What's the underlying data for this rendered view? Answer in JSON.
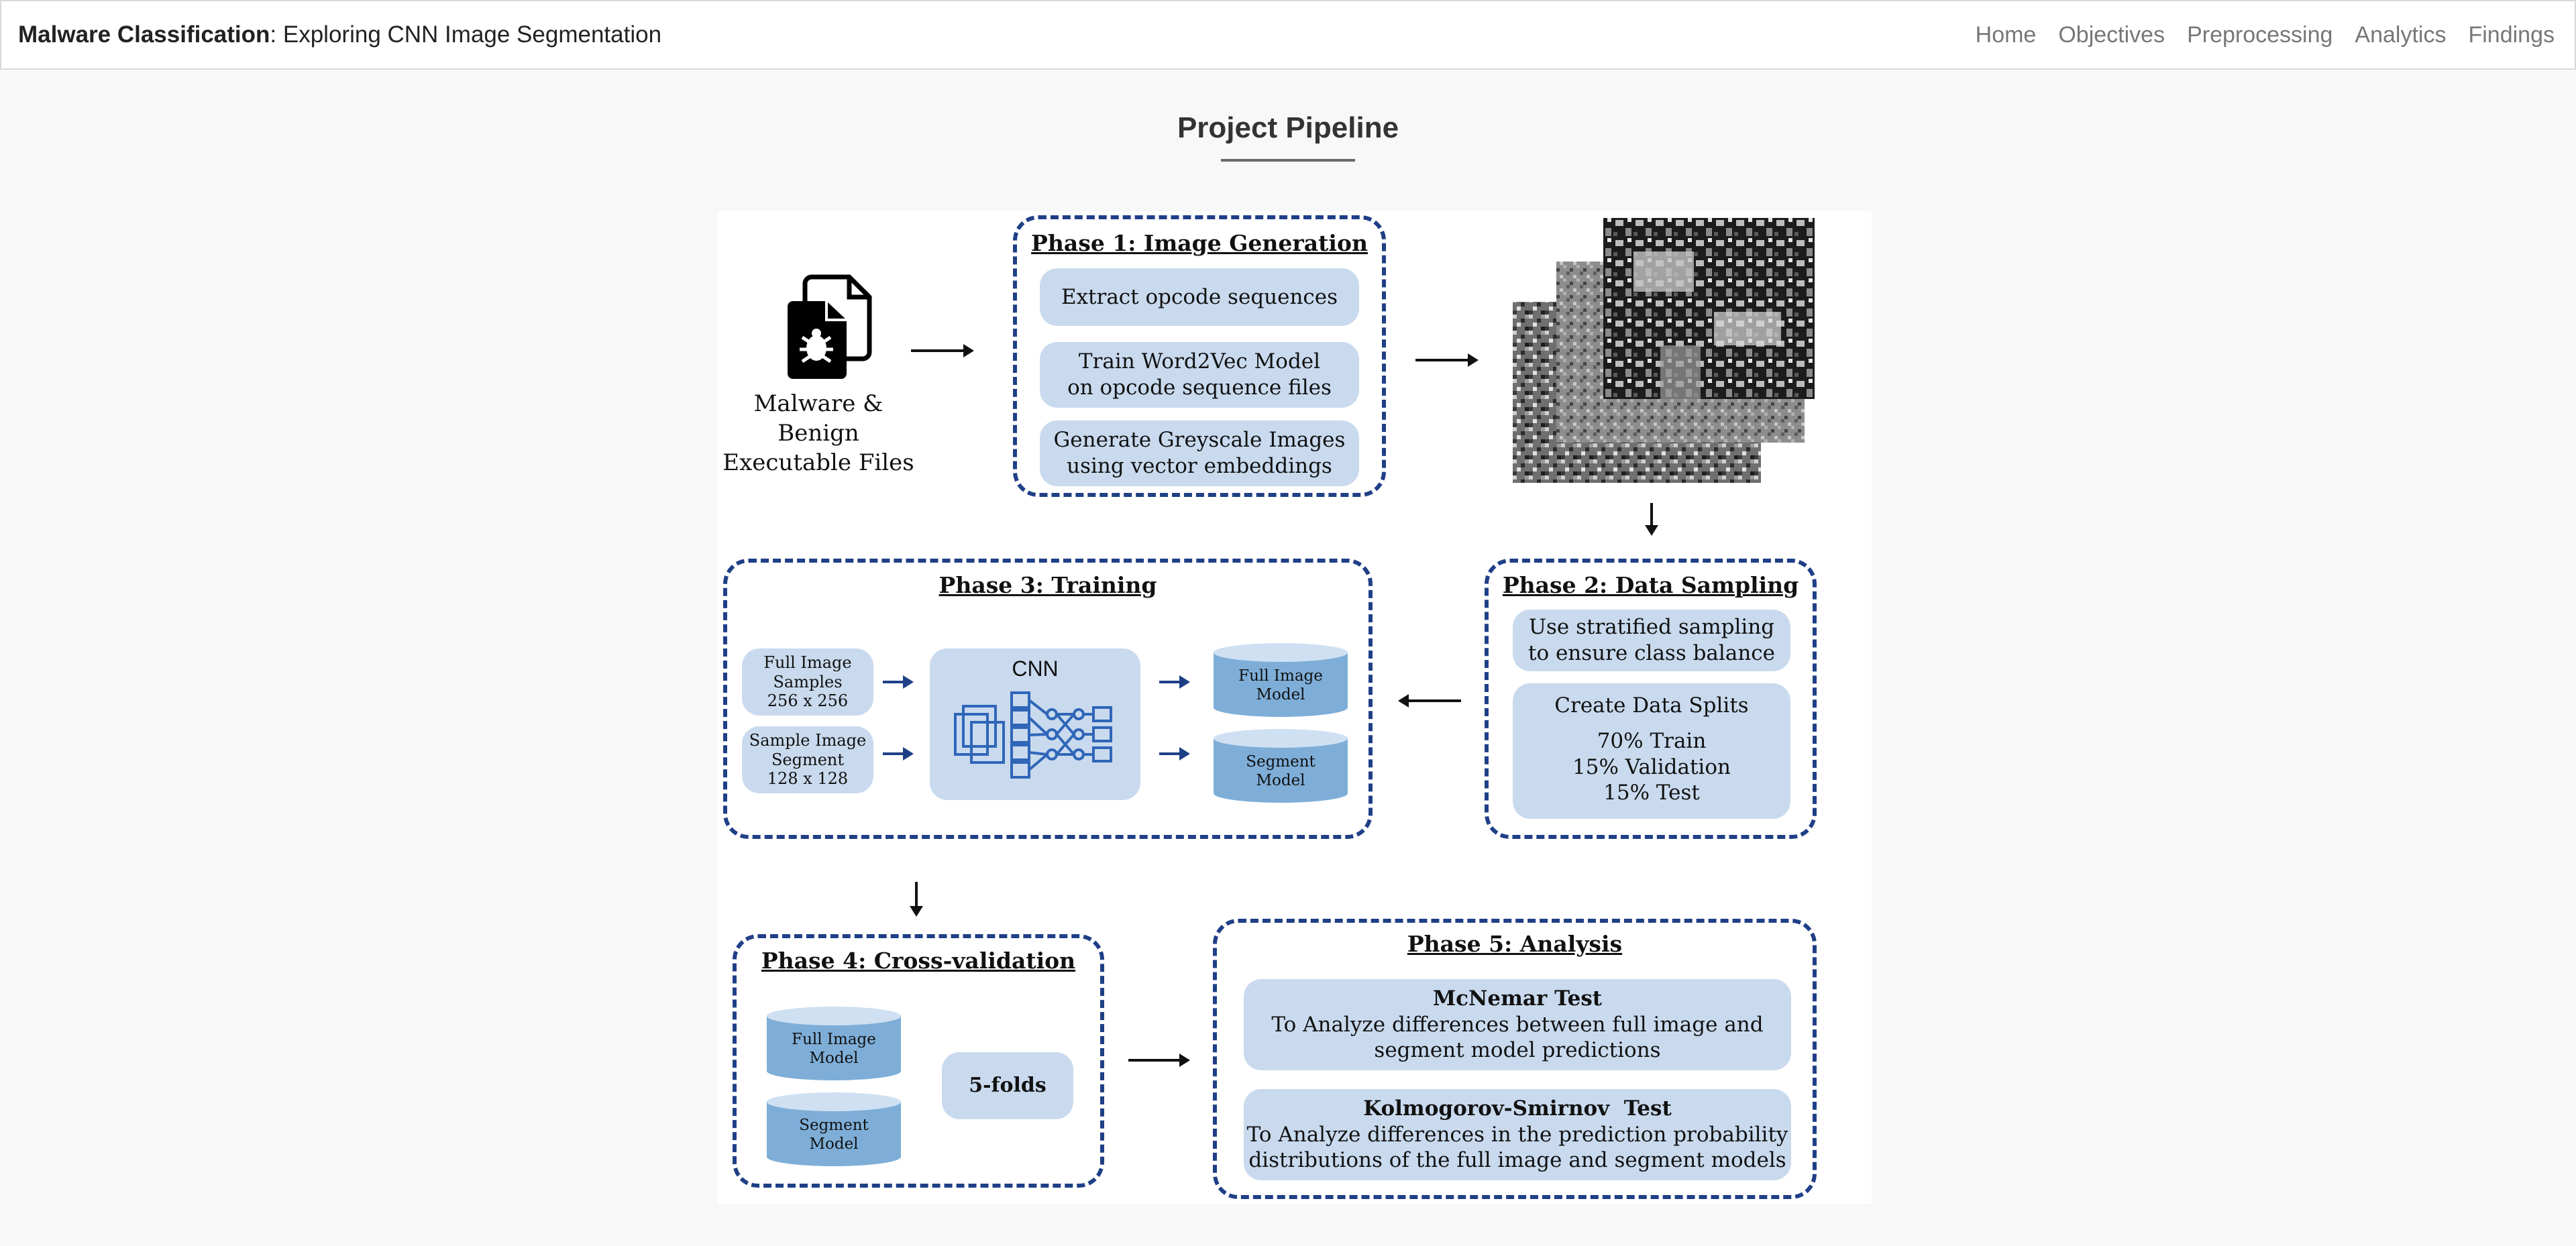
{
  "navbar": {
    "brand_bold": "Malware Classification",
    "brand_rest": ": Exploring CNN Image Segmentation",
    "links": [
      "Home",
      "Objectives",
      "Preprocessing",
      "Analytics",
      "Findings"
    ]
  },
  "page": {
    "title": "Project Pipeline"
  },
  "colors": {
    "phase_border": "#1f3f86",
    "pill_fill": "#c9daee",
    "cylinder": "#7eaed8"
  },
  "diagram": {
    "input": {
      "line1": "Malware & Benign",
      "line2": "Executable Files",
      "icon": "malware-file-icon"
    },
    "phase1": {
      "title": "Phase 1:  Image Generation",
      "steps": [
        {
          "line1": "Extract opcode sequences",
          "line2": ""
        },
        {
          "line1": "Train Word2Vec Model",
          "line2": "on opcode sequence files"
        },
        {
          "line1": "Generate Greyscale Images",
          "line2": "using vector embeddings"
        }
      ]
    },
    "phase2": {
      "title": "Phase 2:  Data Sampling",
      "sampling": {
        "line1": "Use stratified sampling",
        "line2": "to ensure class balance"
      },
      "splits": {
        "heading": "Create Data Splits",
        "train": "70% Train",
        "validation": "15% Validation",
        "test": "15% Test"
      }
    },
    "phase3": {
      "title": "Phase 3: Training",
      "inputs": [
        {
          "line1": "Full Image",
          "line2": "Samples",
          "line3": "256 x 256"
        },
        {
          "line1": "Sample Image",
          "line2": "Segment",
          "line3": "128 x 128"
        }
      ],
      "cnn_label": "CNN",
      "models": [
        {
          "line1": "Full Image",
          "line2": "Model"
        },
        {
          "line1": "Segment",
          "line2": "Model"
        }
      ]
    },
    "phase4": {
      "title": "Phase 4: Cross-validation",
      "models": [
        {
          "line1": "Full Image",
          "line2": "Model"
        },
        {
          "line1": "Segment",
          "line2": "Model"
        }
      ],
      "folds": "5-folds"
    },
    "phase5": {
      "title": "Phase 5: Analysis",
      "tests": [
        {
          "name": "McNemar Test",
          "line1": "To Analyze differences between full image and",
          "line2": "segment model predictions"
        },
        {
          "name": "Kolmogorov-Smirnov  Test",
          "line1": "To Analyze differences in the prediction probability",
          "line2": "distributions of the full image and segment models"
        }
      ]
    }
  }
}
